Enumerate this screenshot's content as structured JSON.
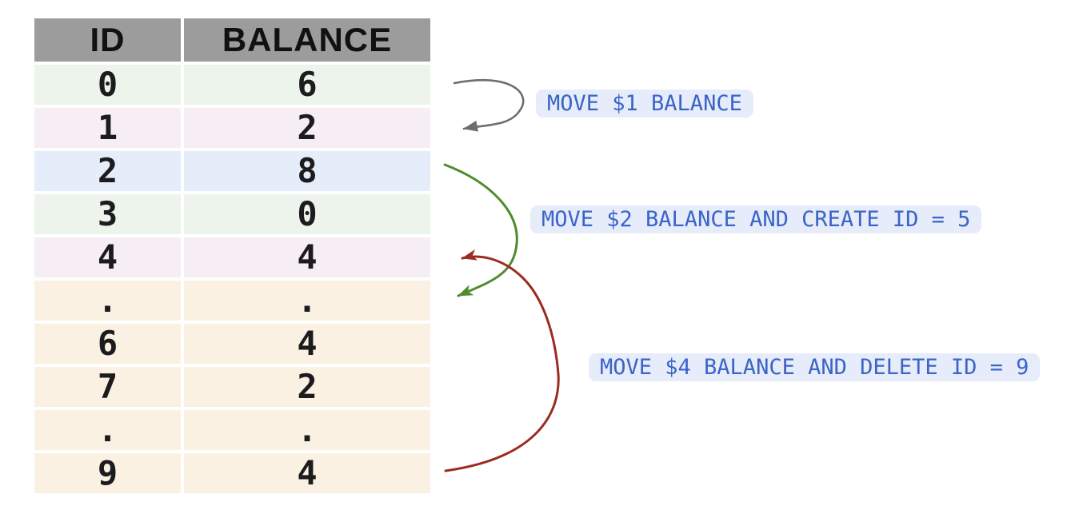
{
  "table": {
    "columns": [
      "ID",
      "BALANCE"
    ],
    "rows": [
      {
        "id": "0",
        "balance": "6",
        "color": "green"
      },
      {
        "id": "1",
        "balance": "2",
        "color": "pink"
      },
      {
        "id": "2",
        "balance": "8",
        "color": "blue"
      },
      {
        "id": "3",
        "balance": "0",
        "color": "green"
      },
      {
        "id": "4",
        "balance": "4",
        "color": "pink"
      },
      {
        "id": ".",
        "balance": ".",
        "color": "cream"
      },
      {
        "id": "6",
        "balance": "4",
        "color": "cream"
      },
      {
        "id": "7",
        "balance": "2",
        "color": "cream"
      },
      {
        "id": ".",
        "balance": ".",
        "color": "cream"
      },
      {
        "id": "9",
        "balance": "4",
        "color": "cream"
      }
    ]
  },
  "annotations": [
    {
      "label": "MOVE $1 BALANCE",
      "arrow_color": "#6e6e6e"
    },
    {
      "label": "MOVE $2 BALANCE AND CREATE ID = 5",
      "arrow_color": "#4e8c2e"
    },
    {
      "label": "MOVE $4 BALANCE AND DELETE ID = 9",
      "arrow_color": "#9c2b21"
    }
  ],
  "colors": {
    "header_bg": "#9c9c9c",
    "row_green": "#ecf4ec",
    "row_pink": "#f6eef3",
    "row_blue": "#e6edfa",
    "row_cream": "#faf1e2",
    "label_bg": "#e6ecfa",
    "label_text": "#3b64c8",
    "cell_text": "#1c1c1e"
  }
}
